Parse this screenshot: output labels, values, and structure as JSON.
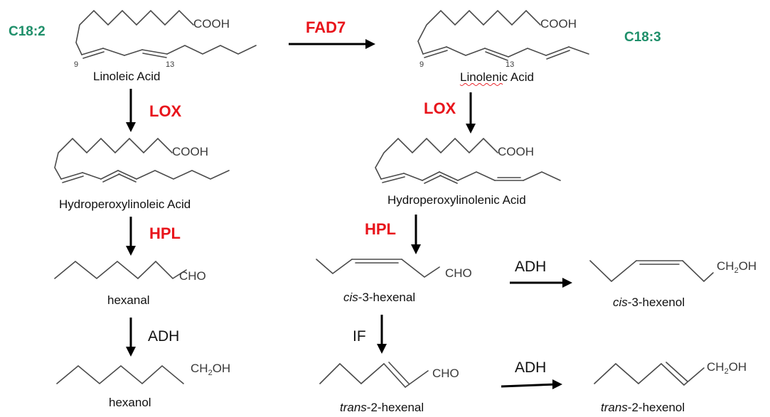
{
  "fatty_acids": {
    "c18_2_label": "C18:2",
    "c18_3_label": "C18:3",
    "linoleic_name": "Linoleic Acid",
    "linolenic_name": "Linolenic Acid",
    "cooh": "COOH",
    "pos_9": "9",
    "pos_13": "13"
  },
  "hydroperoxides": {
    "left_name": "Hydroperoxylinoleic Acid",
    "right_name": "Hydroperoxylinolenic Acid"
  },
  "products": {
    "hexanal": "hexanal",
    "hexanol": "hexanol",
    "cis_hexenal_prefix": "cis",
    "cis_hexenal_rest": "-3-hexenal",
    "trans_hexenal_prefix": "trans",
    "trans_hexenal_rest": "-2-hexenal",
    "cis_hexenol_prefix": "cis",
    "cis_hexenol_rest": "-3-hexenol",
    "trans_hexenol_prefix": "trans",
    "trans_hexenol_rest": "-2-hexenol",
    "cho": "CHO",
    "ch2oh_a": "CH",
    "ch2oh_sub": "2",
    "ch2oh_b": "OH"
  },
  "enzymes": {
    "fad7": "FAD7",
    "lox": "LOX",
    "hpl": "HPL",
    "adh": "ADH",
    "if": "IF"
  },
  "colors": {
    "enzyme_red": "#e8141b",
    "chain_label_green": "#1f8f6a",
    "bond_gray": "#4a4a4a"
  }
}
